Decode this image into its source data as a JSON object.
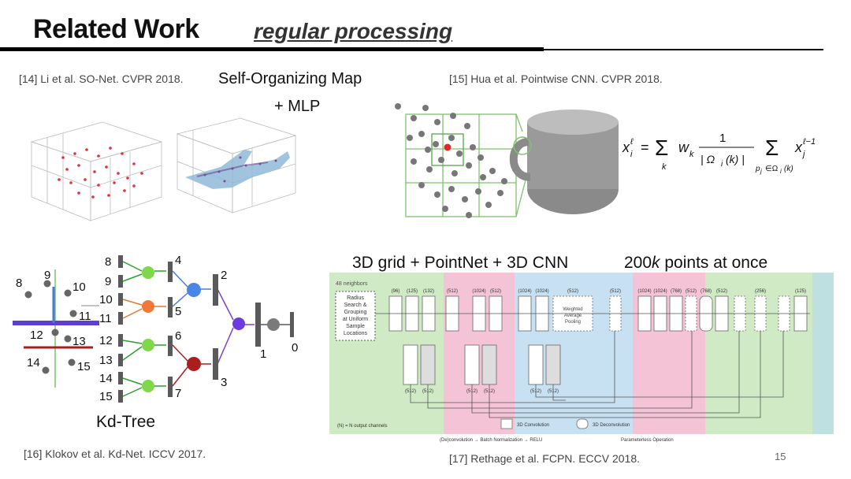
{
  "slide": {
    "title": "Related Work",
    "subtitle": "regular processing",
    "page_number": "15"
  },
  "refs": {
    "r14": "[14] Li et al. SO-Net. CVPR 2018.",
    "r15": "[15] Hua et al. Pointwise CNN. CVPR 2018.",
    "r16": "[16] Klokov et al. Kd-Net. ICCV 2017.",
    "r17": "[17] Rethage et al. FCPN. ECCV 2018."
  },
  "labels": {
    "som": "Self-Organizing Map",
    "mlp": "+ MLP",
    "kdtree": "Kd-Tree",
    "grid": "3D grid + PointNet + 3D CNN",
    "points_prefix": "200",
    "points_k": "k",
    "points_suffix": " points at once"
  },
  "kd_points": [
    "8",
    "9",
    "10",
    "11",
    "12",
    "13",
    "14",
    "15"
  ],
  "kd_tree_leaves": [
    "8",
    "9",
    "10",
    "11",
    "12",
    "13",
    "14",
    "15"
  ],
  "kd_tree_nodes": [
    "4",
    "5",
    "6",
    "7",
    "2",
    "3",
    "1",
    "0"
  ],
  "fcpn": {
    "neighbors": "48 neighbors",
    "radius_block": [
      "Radius",
      "Search &",
      "Grouping",
      "at Uniform",
      "Sample",
      "Locations"
    ],
    "channels_top": [
      "(96)",
      "(125)",
      "(132)",
      "(512)",
      "(1024)",
      "(512)",
      "(1024)",
      "(1024)",
      "(512)",
      "(512)",
      "(1024)",
      "(1024)",
      "(768)",
      "(512)",
      "(768)",
      "(512)",
      "(256)",
      "(125)"
    ],
    "channels_bottom": [
      "(512)",
      "(512)",
      "(512)",
      "(512)",
      "(512)",
      "(512)"
    ],
    "weighted_avg": [
      "Weighted",
      "Average",
      "Pooling"
    ],
    "legend_note": "(N) = N output channels",
    "legend_conv": "3D Convolution",
    "legend_deconv": "3D Deconvolution",
    "legend_ops": "(De)convolution → Batch Normalization → RELU",
    "legend_paramless": "Parameterless Operation"
  }
}
